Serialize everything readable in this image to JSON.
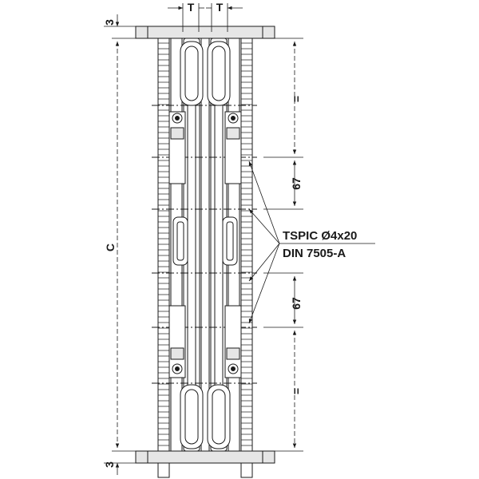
{
  "labels": {
    "gap_left": "T",
    "gap_right": "T",
    "overall_height": "C",
    "top_offset": "3",
    "bottom_offset": "3",
    "upper_equal": "=",
    "upper_spacing": "67",
    "lower_spacing": "67",
    "lower_equal": "="
  },
  "callout": {
    "line1": "TSPIC Ø4x20",
    "line2": "DIN 7505-A"
  },
  "colors": {
    "line": "#1a1a1a",
    "fill": "#e6e6e6",
    "background": "#ffffff"
  }
}
